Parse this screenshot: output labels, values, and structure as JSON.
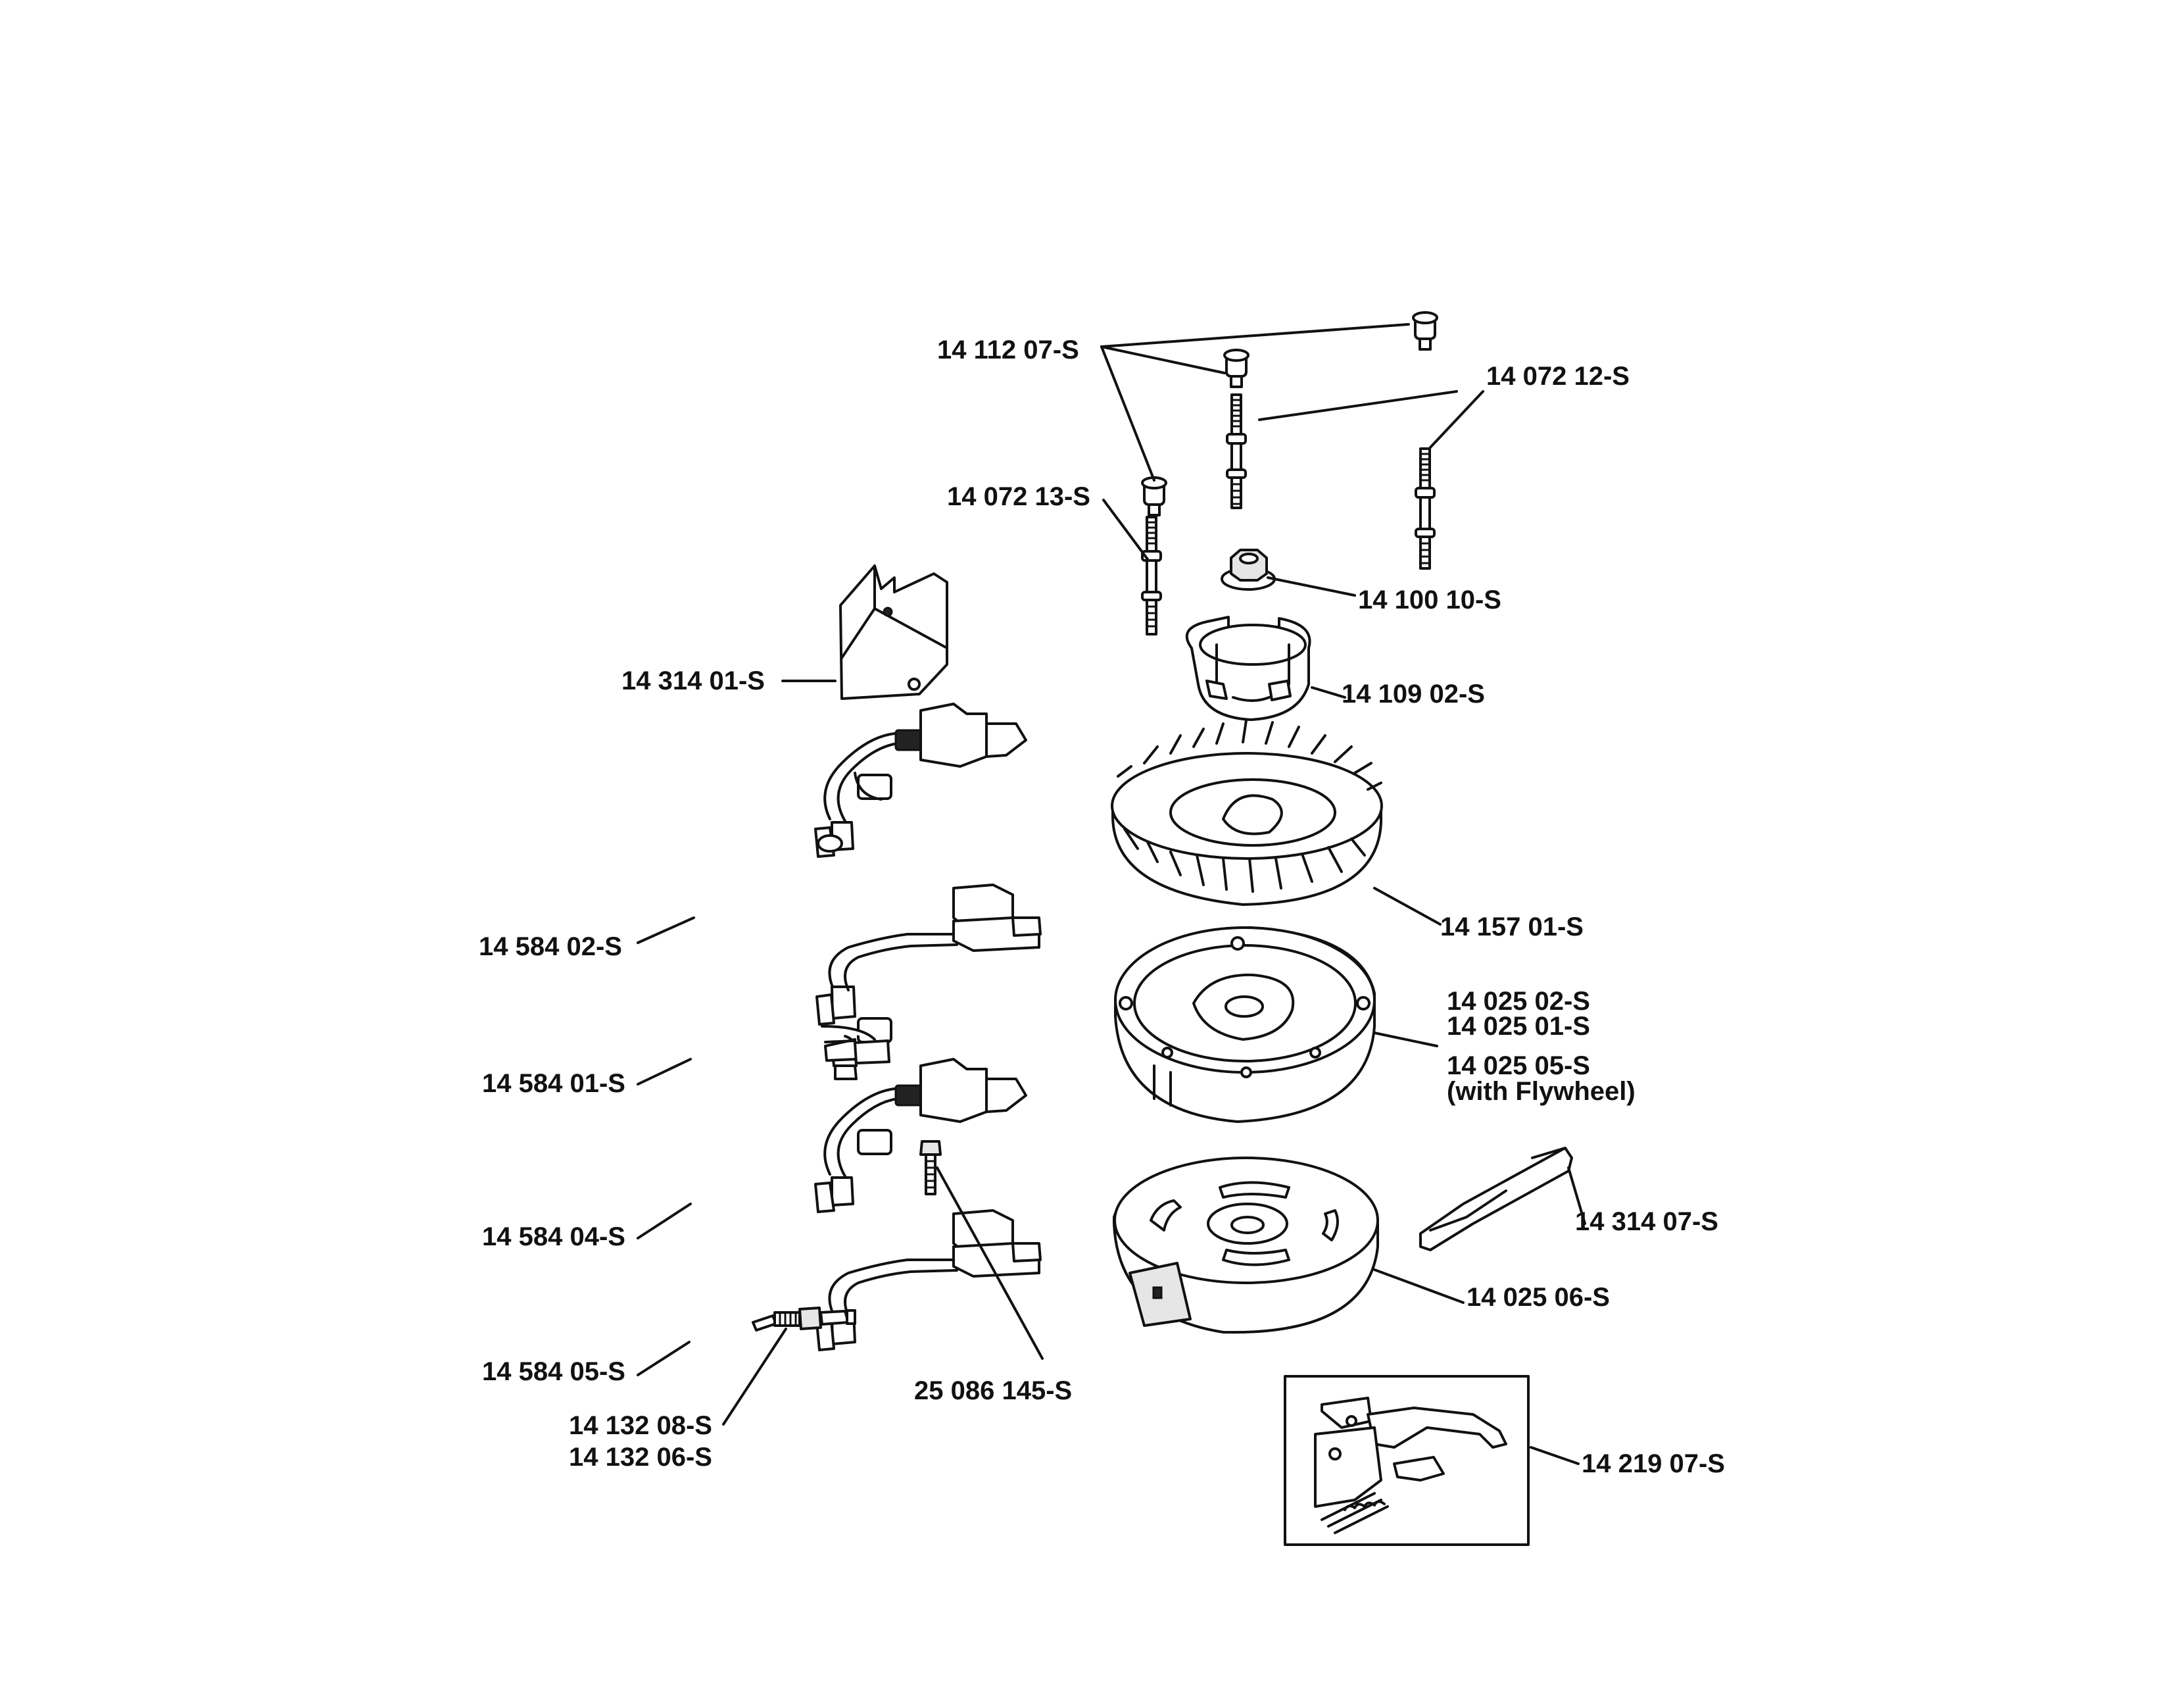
{
  "parts": {
    "p1411207": "14 112 07-S",
    "p1407212": "14 072 12-S",
    "p1407213": "14 072 13-S",
    "p1410010": "14 100 10-S",
    "p1431401": "14 314 01-S",
    "p1410902": "14 109 02-S",
    "p1415701": "14 157 01-S",
    "p1458402": "14 584 02-S",
    "p1402502": "14 025 02-S",
    "p1402501": "14 025 01-S",
    "p1402505": "14 025 05-S",
    "with_flywheel": "(with Flywheel)",
    "p1458401": "14 584 01-S",
    "p1458404": "14 584 04-S",
    "p1431407": "14 314 07-S",
    "p1402506": "14 025 06-S",
    "p1458405": "14 584 05-S",
    "p25086145": "25 086 145-S",
    "p1413208": "14 132 08-S",
    "p1413206": "14 132 06-S",
    "p1421907": "14 219 07-S"
  }
}
